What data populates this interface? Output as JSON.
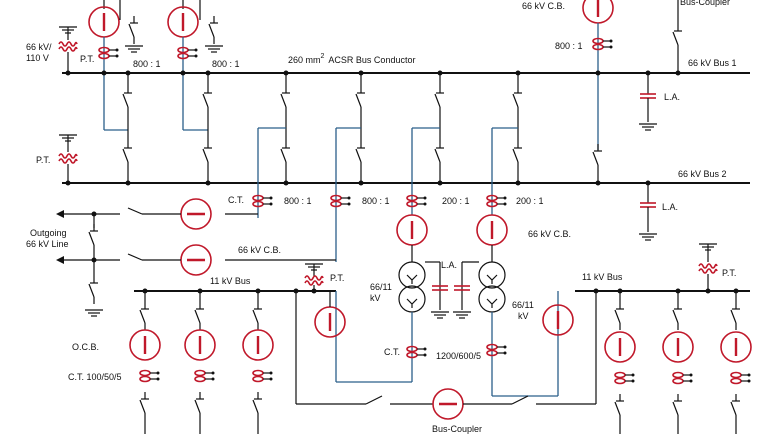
{
  "labels": {
    "bus_conductor": "260 mm",
    "bus_conductor_sup": "2",
    "bus_conductor_rest": "ACSR Bus Conductor",
    "bus1": "66 kV Bus 1",
    "bus2": "66 kV Bus 2",
    "pt_ratio_a": "66 kV/",
    "pt_ratio_b": "110 V",
    "pt": "P.T.",
    "ratio_800": "800 : 1",
    "cb_66_top": "66 kV C.B.",
    "bus_coupler": "Bus-Coupler",
    "la": "L.A.",
    "ct": "C.T.",
    "ratio_200": "200 : 1",
    "cb_66": "66 kV C.B.",
    "outgoing_a": "Outgoing",
    "outgoing_b": "66 kV Line",
    "bus_11": "11 kV Bus",
    "tr_a": "66/11",
    "tr_b": "kV",
    "ocb": "O.C.B.",
    "ct_1005": "C.T. 100/50/5",
    "ct_1200": "1200/600/5"
  }
}
